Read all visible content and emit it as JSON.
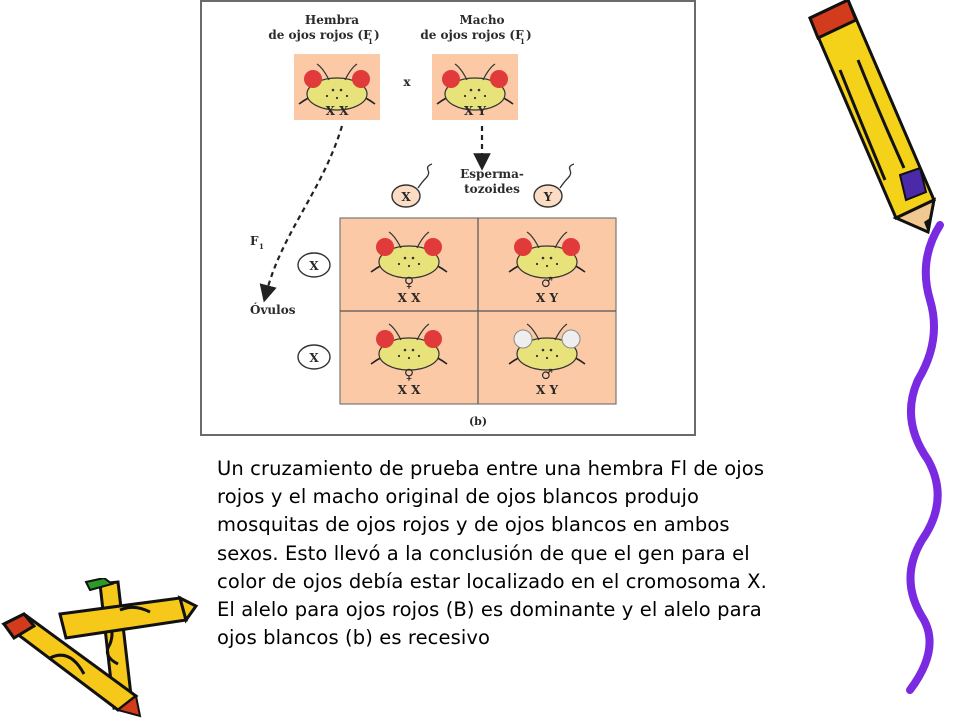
{
  "figure": {
    "female_parent_label_line1": "Hembra",
    "female_parent_label_line2": "de ojos rojos (F",
    "female_parent_sub": "1",
    "male_parent_label_line1": "Macho",
    "male_parent_label_line2": "de ojos rojos (F",
    "male_parent_sub": "1",
    "cross_symbol": "x",
    "female_parent_genotype": "X X",
    "male_parent_genotype": "X Y",
    "sperm_label_line1": "Esperma-",
    "sperm_label_line2": "tozoides",
    "sperm_x": "X",
    "sperm_y": "Y",
    "f1_label": "F",
    "f1_sub": "1",
    "ovules_label": "Óvulos",
    "egg_top": "X",
    "egg_bottom": "X",
    "cells": [
      {
        "sex": "♀",
        "genotype": "X X",
        "eyes": "red"
      },
      {
        "sex": "♂",
        "genotype": "X Y",
        "eyes": "red"
      },
      {
        "sex": "♀",
        "genotype": "X X",
        "eyes": "red"
      },
      {
        "sex": "♂",
        "genotype": "X Y",
        "eyes": "white"
      }
    ],
    "panel_label": "(b)",
    "colors": {
      "panel_fill": "#fcc9a6",
      "eye_red": "#e03a3a",
      "eye_white": "#eeeeee",
      "head": "#e8e27a"
    }
  },
  "caption": "Un cruzamiento de prueba entre una hembra Fl de ojos rojos y el macho original de ojos blancos produjo mosquitas de ojos rojos y de ojos blancos en ambos sexos. Esto llevó a la conclusión de que el gen para el color de ojos debía estar localizado en el cromosoma X. El alelo para ojos rojos (B) es dominante y el alelo para ojos blancos (b) es recesivo",
  "decorations": [
    "pencil-icon",
    "pencil-icon",
    "crayon-icon",
    "purple-squiggle"
  ]
}
